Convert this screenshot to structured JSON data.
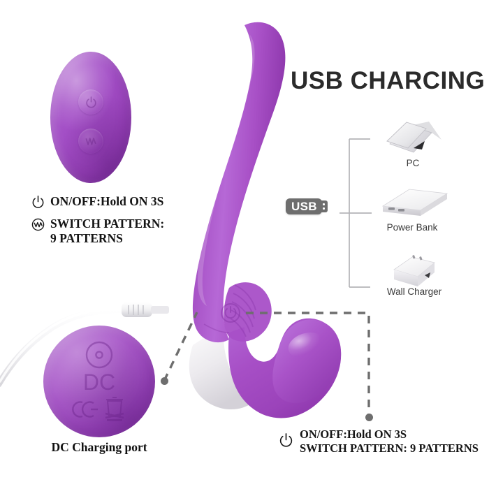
{
  "title": "USB CHARCING",
  "colors": {
    "silicone_purple": "#a14cc3",
    "silicone_purple_light": "#ae60cf",
    "silicone_purple_dark": "#8c38ac",
    "title_text": "#2b2b2b",
    "body_text": "#141414",
    "usb_badge_bg": "#6e6e6e",
    "callout_gray": "#6e6e6e",
    "device_caption": "#3a3a3a",
    "background": "#ffffff"
  },
  "remote": {
    "name": "wireless remote control",
    "buttons": [
      {
        "icon": "power-icon",
        "label": "power"
      },
      {
        "icon": "wave-pattern-icon",
        "label": "pattern"
      }
    ]
  },
  "legend_left": [
    {
      "icon": "power-icon",
      "text": "ON/OFF:Hold ON 3S"
    },
    {
      "icon": "wave-pattern-icon",
      "text": "SWITCH PATTERN:\n     9 PATTERNS"
    }
  ],
  "legend_bottom_right": {
    "icon": "power-icon",
    "lines": [
      "ON/OFF:Hold ON 3S",
      "SWITCH PATTERN: 9 PATTERNS"
    ]
  },
  "dc_port": {
    "caption": "DC Charging port",
    "label": "DC",
    "marks": [
      "ce-mark",
      "weee-crossed-bin-icon"
    ],
    "port_icon": "dc-jack-icon"
  },
  "usb_section": {
    "badge_text": "USB",
    "badge_icon": "usb-connector-icon",
    "devices": [
      {
        "icon": "laptop-icon",
        "caption": "PC"
      },
      {
        "icon": "power-bank-icon",
        "caption": "Power Bank"
      },
      {
        "icon": "wall-charger-icon",
        "caption": "Wall Charger"
      }
    ]
  },
  "product": {
    "name": "strapless strap-on vibrator",
    "power_button_icon": "power-button-emboss-icon",
    "cable_icon": "charging-cable-icon"
  }
}
